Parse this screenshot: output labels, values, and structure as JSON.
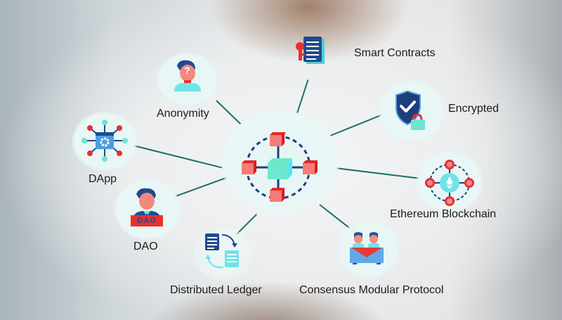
{
  "diagram": {
    "title": "",
    "center": {
      "label": "",
      "icon": "blockchain-network-icon"
    },
    "nodes": [
      {
        "id": "smart-contracts",
        "label": "Smart Contracts",
        "icon": "contract-key-icon"
      },
      {
        "id": "encrypted",
        "label": "Encrypted",
        "icon": "shield-lock-icon"
      },
      {
        "id": "ethereum-blockchain",
        "label": "Ethereum Blockchain",
        "icon": "ethereum-network-icon"
      },
      {
        "id": "consensus-modular-protocol",
        "label": "Consensus Modular Protocol",
        "icon": "voting-users-icon"
      },
      {
        "id": "distributed-ledger",
        "label": "Distributed Ledger",
        "icon": "document-sync-icon"
      },
      {
        "id": "dao",
        "label": "DAO",
        "icon": "dao-person-icon",
        "badge": "DAO"
      },
      {
        "id": "dapp",
        "label": "DApp",
        "icon": "dapp-gear-network-icon"
      },
      {
        "id": "anonymity",
        "label": "Anonymity",
        "icon": "anonymous-person-icon",
        "badge": "?"
      }
    ],
    "colors": {
      "line": "#1d6f66",
      "navy": "#1f4a8f",
      "red": "#e8302f",
      "teal": "#6fe3cf",
      "circle": "#e6f6f4"
    }
  }
}
